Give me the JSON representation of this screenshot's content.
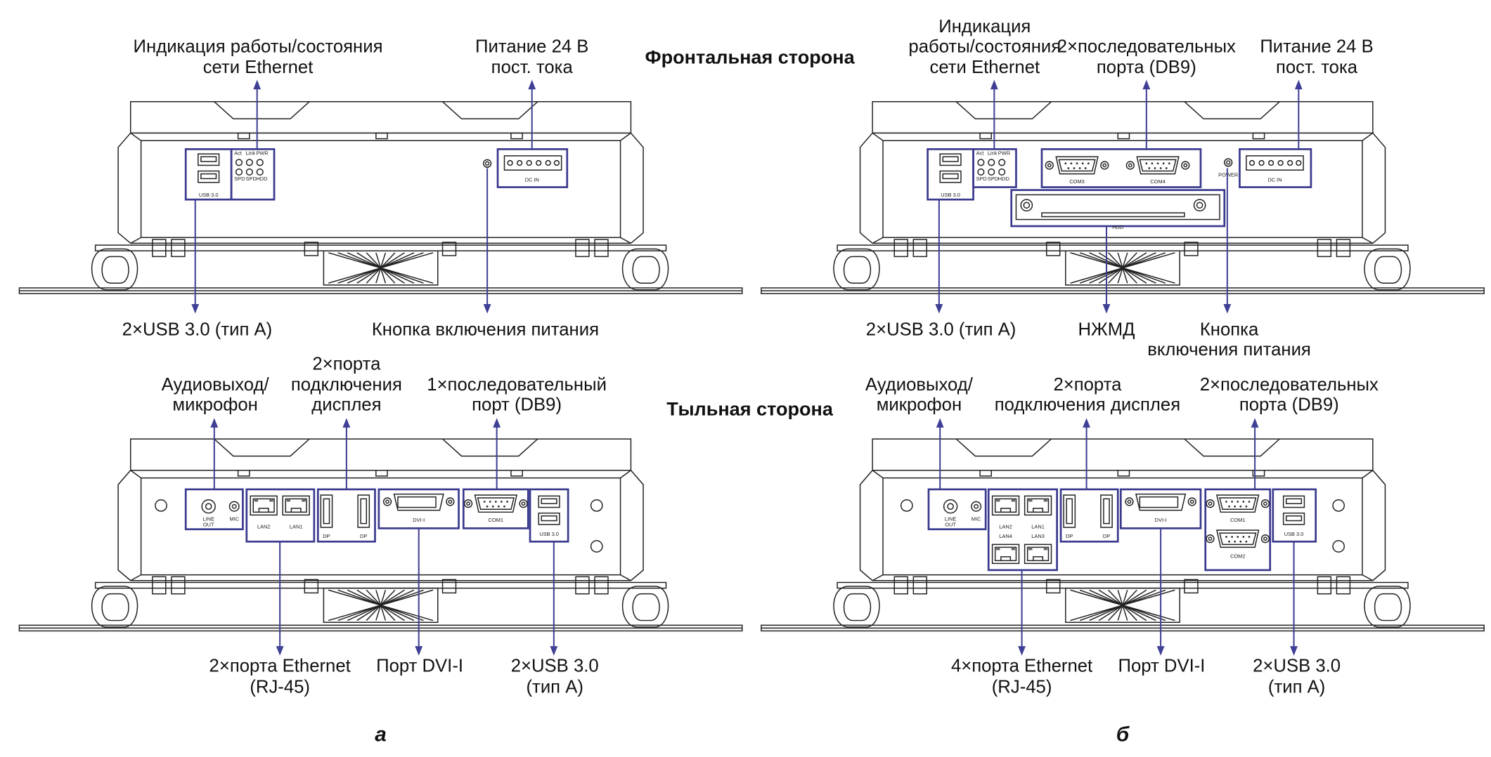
{
  "headings": {
    "front": "Фронтальная сторона",
    "rear": "Тыльная сторона"
  },
  "subfigures": {
    "a": "а",
    "b": "б"
  },
  "panel_a_front": {
    "label_led": [
      "Индикация работы/состояния",
      "сети Ethernet"
    ],
    "label_power_in": [
      "Питание 24 В",
      "пост. тока"
    ],
    "label_usb": "2×USB 3.0 (тип А)",
    "label_power_btn": "Кнопка включения питания",
    "led_top": [
      "Act",
      "Link",
      "PWR"
    ],
    "led_bottom": [
      "SPD",
      "SPD",
      "HDD"
    ],
    "usb_text": "USB 3.0",
    "dc_text": "DC IN"
  },
  "panel_b_front": {
    "label_led": [
      "Индикация",
      "работы/состояния",
      "сети Ethernet"
    ],
    "label_serial": [
      "2×последовательных",
      "порта (DB9)"
    ],
    "label_power_in": [
      "Питание 24 В",
      "пост. тока"
    ],
    "label_usb": "2×USB 3.0 (тип А)",
    "label_hdd": "НЖМД",
    "label_power_btn": [
      "Кнопка",
      "включения питания"
    ],
    "led_top": [
      "Act",
      "Link",
      "PWR"
    ],
    "led_bottom": [
      "SPD",
      "SPD",
      "HDD"
    ],
    "usb_text": "USB 3.0",
    "dc_text": "DC IN",
    "com_left": "COM3",
    "com_right": "COM4",
    "power_text": "POWER",
    "hdd_text": "HDD"
  },
  "panel_a_rear": {
    "label_audio": [
      "Аудиовыход/",
      "микрофон"
    ],
    "label_display": [
      "2×порта",
      "подключения",
      "дисплея"
    ],
    "label_serial": [
      "1×последовательный",
      "порт (DB9)"
    ],
    "label_ethernet": [
      "2×порта Ethernet",
      "(RJ-45)"
    ],
    "label_dvi": "Порт DVI-I",
    "label_usb": [
      "2×USB 3.0",
      "(тип А)"
    ],
    "line_out": [
      "LINE",
      "OUT"
    ],
    "mic": "MIC",
    "lan": [
      "LAN2",
      "LAN1"
    ],
    "dp": "DP",
    "dvi": "DVI-I",
    "com": "COM1",
    "usb_text": "USB 3.0"
  },
  "panel_b_rear": {
    "label_audio": [
      "Аудиовыход/",
      "микрофон"
    ],
    "label_display": [
      "2×порта",
      "подключения дисплея"
    ],
    "label_serial": [
      "2×последовательных",
      "порта (DB9)"
    ],
    "label_ethernet": [
      "4×порта Ethernet",
      "(RJ-45)"
    ],
    "label_dvi": "Порт DVI-I",
    "label_usb": [
      "2×USB 3.0",
      "(тип А)"
    ],
    "line_out": [
      "LINE",
      "OUT"
    ],
    "mic": "MIC",
    "lan_top": [
      "LAN2",
      "LAN1"
    ],
    "lan_bottom": [
      "LAN4",
      "LAN3"
    ],
    "dp": "DP",
    "dvi": "DVI-I",
    "com_top": "COM1",
    "com_bottom": "COM2",
    "usb_text": "USB 3.0"
  }
}
